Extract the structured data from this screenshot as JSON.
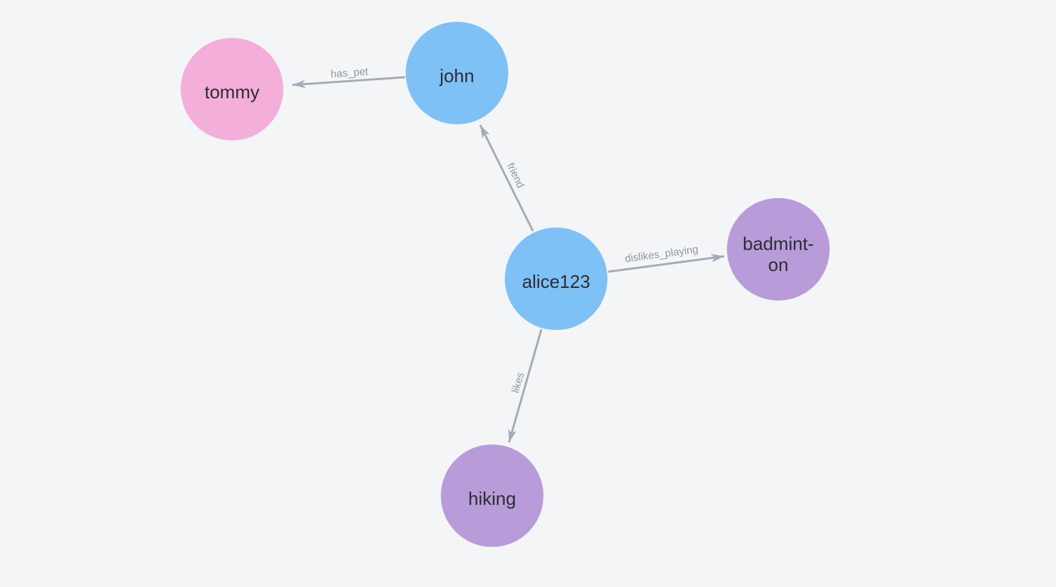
{
  "canvas": {
    "background": "#f4f5f6"
  },
  "palette": {
    "edge_line": "#a5abb6",
    "edge_label": "#8f97a2",
    "node_text": "#2b2d33",
    "person_node": "#7dc1f7",
    "pet_node": "#f3afd9",
    "hobby_node": "#b79cd9"
  },
  "graph": {
    "nodes": {
      "tommy": {
        "label": "tommy",
        "color": "#f3afd9"
      },
      "john": {
        "label": "john",
        "color": "#7dc1f7"
      },
      "alice123": {
        "label": "alice123",
        "color": "#7dc1f7"
      },
      "badminton": {
        "label": "badminton",
        "display_lines": [
          "badmint-",
          "on"
        ],
        "color": "#b79cd9"
      },
      "hiking": {
        "label": "hiking",
        "color": "#b79cd9"
      }
    },
    "edges": [
      {
        "from": "john",
        "to": "tommy",
        "label": "has_pet"
      },
      {
        "from": "alice123",
        "to": "john",
        "label": "friend"
      },
      {
        "from": "alice123",
        "to": "badminton",
        "label": "dislikes_playing"
      },
      {
        "from": "alice123",
        "to": "hiking",
        "label": "likes"
      }
    ]
  }
}
